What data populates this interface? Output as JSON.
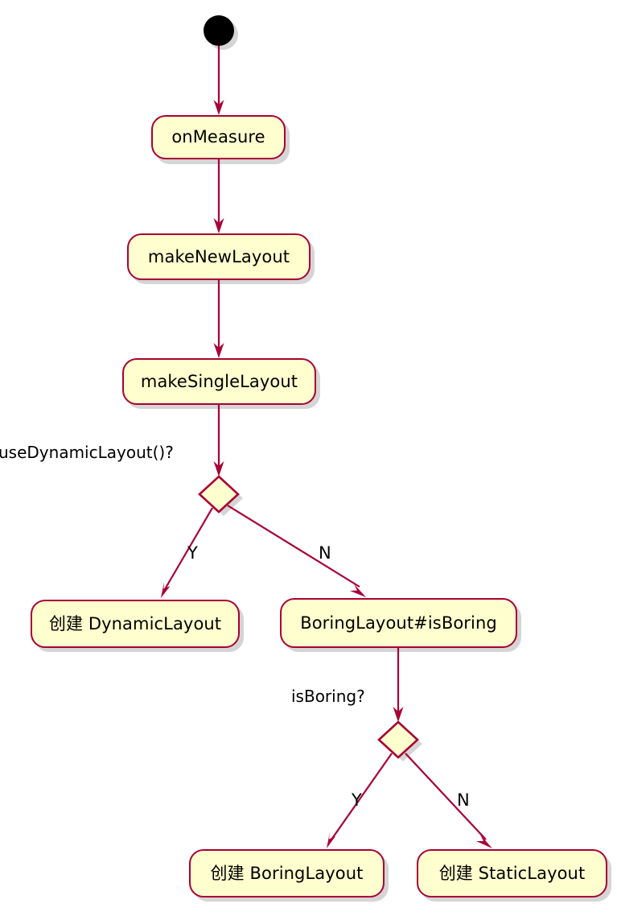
{
  "diagram": {
    "kind": "uml-activity-diagram",
    "title": "",
    "colors": {
      "node_fill": "#FEFECE",
      "node_border": "#A80036",
      "arrow": "#A80036",
      "text": "#000000",
      "start_node": "#000000",
      "background": "#FFFFFF",
      "shadow": "#808080"
    },
    "start": {
      "name": "start-node",
      "shape": "filled-circle"
    },
    "nodes": [
      {
        "id": "onMeasure",
        "label": "onMeasure",
        "shape": "rounded-rect"
      },
      {
        "id": "makeNewLayout",
        "label": "makeNewLayout",
        "shape": "rounded-rect"
      },
      {
        "id": "makeSingleLayout",
        "label": "makeSingleLayout",
        "shape": "rounded-rect"
      },
      {
        "id": "createDynamicLayout",
        "label": "创建 DynamicLayout",
        "shape": "rounded-rect"
      },
      {
        "id": "boringLayoutIsBoring",
        "label": "BoringLayout#isBoring",
        "shape": "rounded-rect"
      },
      {
        "id": "createBoringLayout",
        "label": "创建 BoringLayout",
        "shape": "rounded-rect"
      },
      {
        "id": "createStaticLayout",
        "label": "创建 StaticLayout",
        "shape": "rounded-rect"
      }
    ],
    "decisions": [
      {
        "id": "decision-use-dynamic-layout",
        "condition": "useDynamicLayout()?",
        "shape": "diamond",
        "yes_label": "Y",
        "no_label": "N",
        "yes_target": "createDynamicLayout",
        "no_target": "boringLayoutIsBoring"
      },
      {
        "id": "decision-is-boring",
        "condition": "isBoring?",
        "shape": "diamond",
        "yes_label": "Y",
        "no_label": "N",
        "yes_target": "createBoringLayout",
        "no_target": "createStaticLayout"
      }
    ],
    "edges": [
      {
        "from": "start",
        "to": "onMeasure",
        "label": ""
      },
      {
        "from": "onMeasure",
        "to": "makeNewLayout",
        "label": ""
      },
      {
        "from": "makeNewLayout",
        "to": "makeSingleLayout",
        "label": ""
      },
      {
        "from": "makeSingleLayout",
        "to": "decision-use-dynamic-layout",
        "label": "useDynamicLayout()?"
      },
      {
        "from": "decision-use-dynamic-layout",
        "to": "createDynamicLayout",
        "label": "Y"
      },
      {
        "from": "decision-use-dynamic-layout",
        "to": "boringLayoutIsBoring",
        "label": "N"
      },
      {
        "from": "boringLayoutIsBoring",
        "to": "decision-is-boring",
        "label": "isBoring?"
      },
      {
        "from": "decision-is-boring",
        "to": "createBoringLayout",
        "label": "Y"
      },
      {
        "from": "decision-is-boring",
        "to": "createStaticLayout",
        "label": "N"
      }
    ],
    "edge_labels": {
      "use_dynamic_layout": "useDynamicLayout()?",
      "branch1_yes": "Y",
      "branch1_no": "N",
      "is_boring": "isBoring?",
      "branch2_yes": "Y",
      "branch2_no": "N"
    }
  }
}
